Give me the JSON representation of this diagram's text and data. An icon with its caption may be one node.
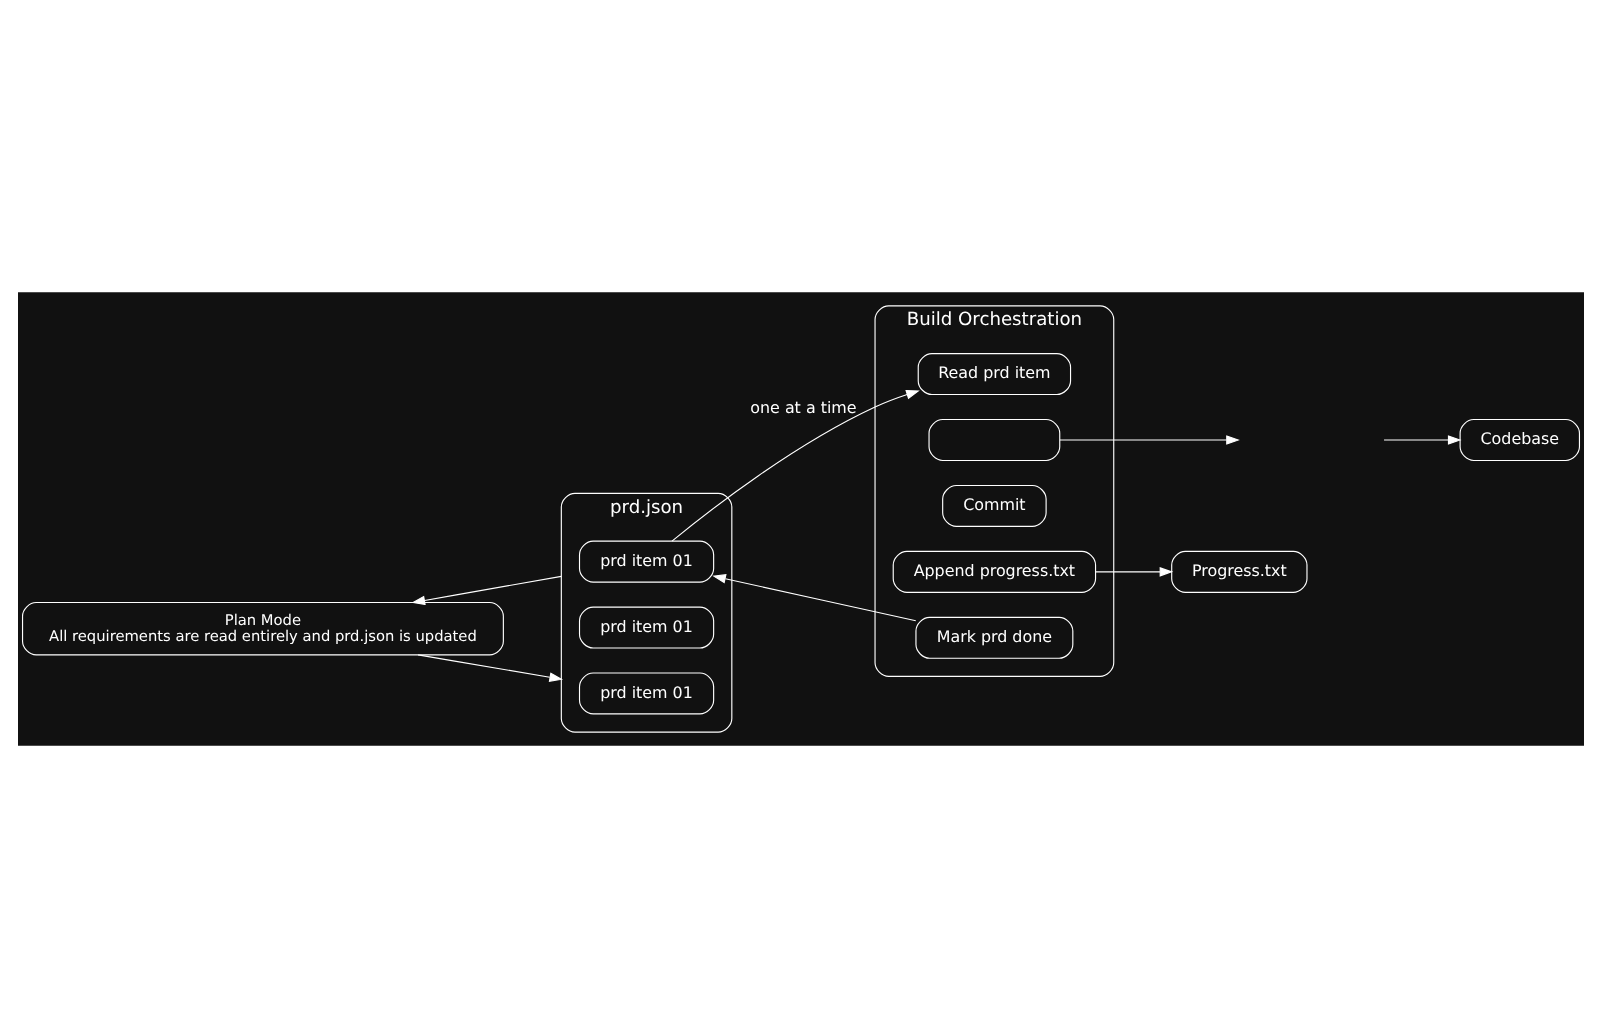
{
  "diagram": {
    "nodes": [
      {
        "text": [
          "Plan Mode",
          "All requirements are read entirely and prd.json is updated"
        ]
      },
      {
        "text": [
          "prd.json"
        ]
      },
      {
        "text": [
          "prd item 01"
        ],
        "in": 1
      },
      {
        "text": [
          "prd item 01"
        ],
        "in": 1
      },
      {
        "text": [
          "prd item 01"
        ],
        "in": 1
      },
      {
        "text": [
          "Build Orchestration"
        ]
      },
      {
        "text": [
          "Read prd item"
        ],
        "in": 5
      },
      {
        "text": [],
        "shape": "box",
        "in": 5
      },
      {
        "text": [
          "Commit"
        ],
        "in": 5
      },
      {
        "text": [
          "Append progress.txt"
        ],
        "in": 5
      },
      {
        "text": [
          "Mark prd done"
        ],
        "in": 5
      },
      {
        "text": [
          "Progress.txt"
        ]
      },
      {
        "text": [
          "Codebase"
        ]
      }
    ],
    "edges": [
      {
        "from": 1,
        "to": 0,
        "arrow": "to"
      },
      {
        "from": 0,
        "to": 1,
        "arrow": "to"
      },
      {
        "from": 2,
        "to": 6,
        "arrow": "to",
        "label": "one at a time"
      },
      {
        "from": 7,
        "to": null,
        "arrow": "to"
      },
      {
        "from": null,
        "to": 12,
        "arrow": "to"
      },
      {
        "from": 10,
        "to": 2,
        "arrow": "to"
      },
      {
        "from": 9,
        "to": 11,
        "arrow": "to"
      }
    ]
  }
}
